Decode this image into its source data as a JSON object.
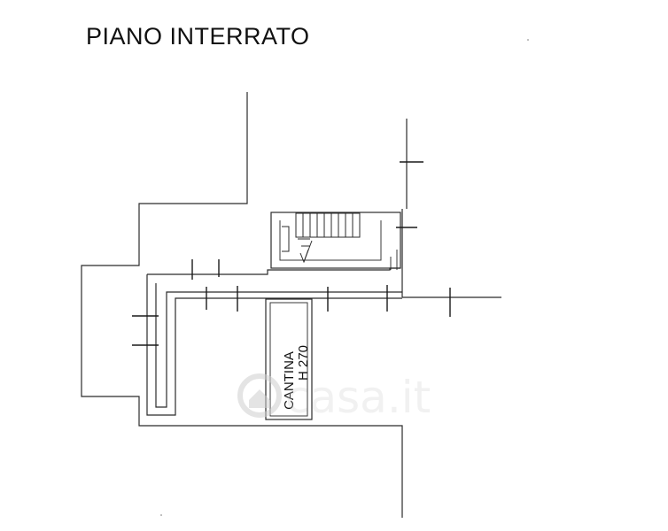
{
  "plan": {
    "title": "PIANO INTERRATO",
    "room": {
      "name": "CANTINA",
      "height_label": "H 270"
    }
  },
  "watermark": {
    "text": "casa.it",
    "icon": "house-logo-icon"
  }
}
